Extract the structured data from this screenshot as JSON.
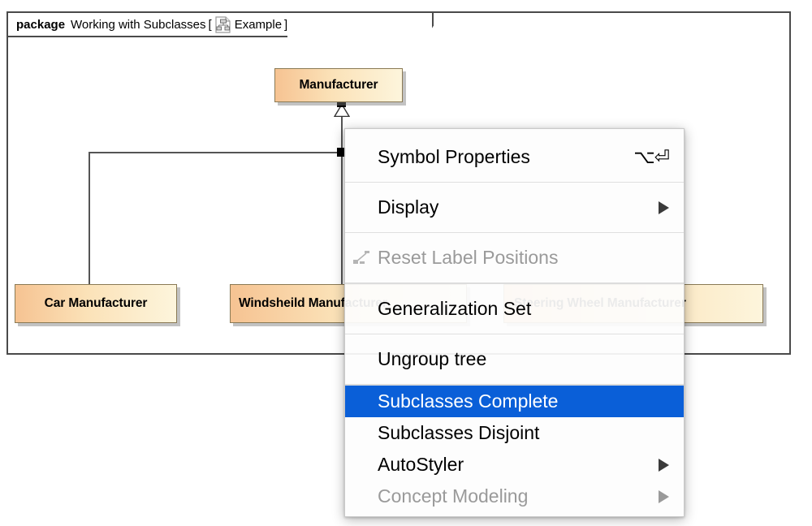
{
  "package": {
    "keyword": "package",
    "name": "Working with Subclasses",
    "bracket_open": "[",
    "bracket_close": "]",
    "diagram_name": "Example",
    "icon": "class-diagram-icon"
  },
  "diagram": {
    "type": "uml-class-generalization-tree",
    "classes": [
      {
        "id": "manufacturer",
        "name": "Manufacturer",
        "role": "superclass"
      },
      {
        "id": "car",
        "name": "Car Manufacturer",
        "role": "subclass"
      },
      {
        "id": "windshield",
        "name": "Windsheild Manufacturer",
        "role": "subclass"
      },
      {
        "id": "steering",
        "name": "Steering Wheel Manufacturer",
        "role": "subclass"
      }
    ],
    "colors": {
      "class_fill_start": "#f6c392",
      "class_fill_end": "#fdf5dc",
      "class_border": "#8a7a55",
      "frame_border": "#4a4a4a",
      "connector": "#555555"
    }
  },
  "context_menu": {
    "selected_item": "Subclasses Complete",
    "highlight_color": "#0a5fd8",
    "items": [
      {
        "label": "Symbol Properties",
        "shortcut": "⌥⏎",
        "arrow": false,
        "disabled": false,
        "selected": false,
        "icon": null
      },
      {
        "label": "Display",
        "shortcut": "",
        "arrow": true,
        "disabled": false,
        "selected": false,
        "icon": null
      },
      {
        "label": "Reset Label Positions",
        "shortcut": "",
        "arrow": false,
        "disabled": true,
        "selected": false,
        "icon": "reset-label-positions-icon"
      },
      {
        "label": "Generalization Set",
        "shortcut": "",
        "arrow": false,
        "disabled": false,
        "selected": false,
        "icon": null
      },
      {
        "label": "Ungroup tree",
        "shortcut": "",
        "arrow": false,
        "disabled": false,
        "selected": false,
        "icon": null
      },
      {
        "label": "Subclasses Complete",
        "shortcut": "",
        "arrow": false,
        "disabled": false,
        "selected": true,
        "icon": null
      },
      {
        "label": "Subclasses Disjoint",
        "shortcut": "",
        "arrow": false,
        "disabled": false,
        "selected": false,
        "icon": null
      },
      {
        "label": "AutoStyler",
        "shortcut": "",
        "arrow": true,
        "disabled": false,
        "selected": false,
        "icon": null
      },
      {
        "label": "Concept Modeling",
        "shortcut": "",
        "arrow": true,
        "disabled": true,
        "selected": false,
        "icon": null
      }
    ]
  }
}
